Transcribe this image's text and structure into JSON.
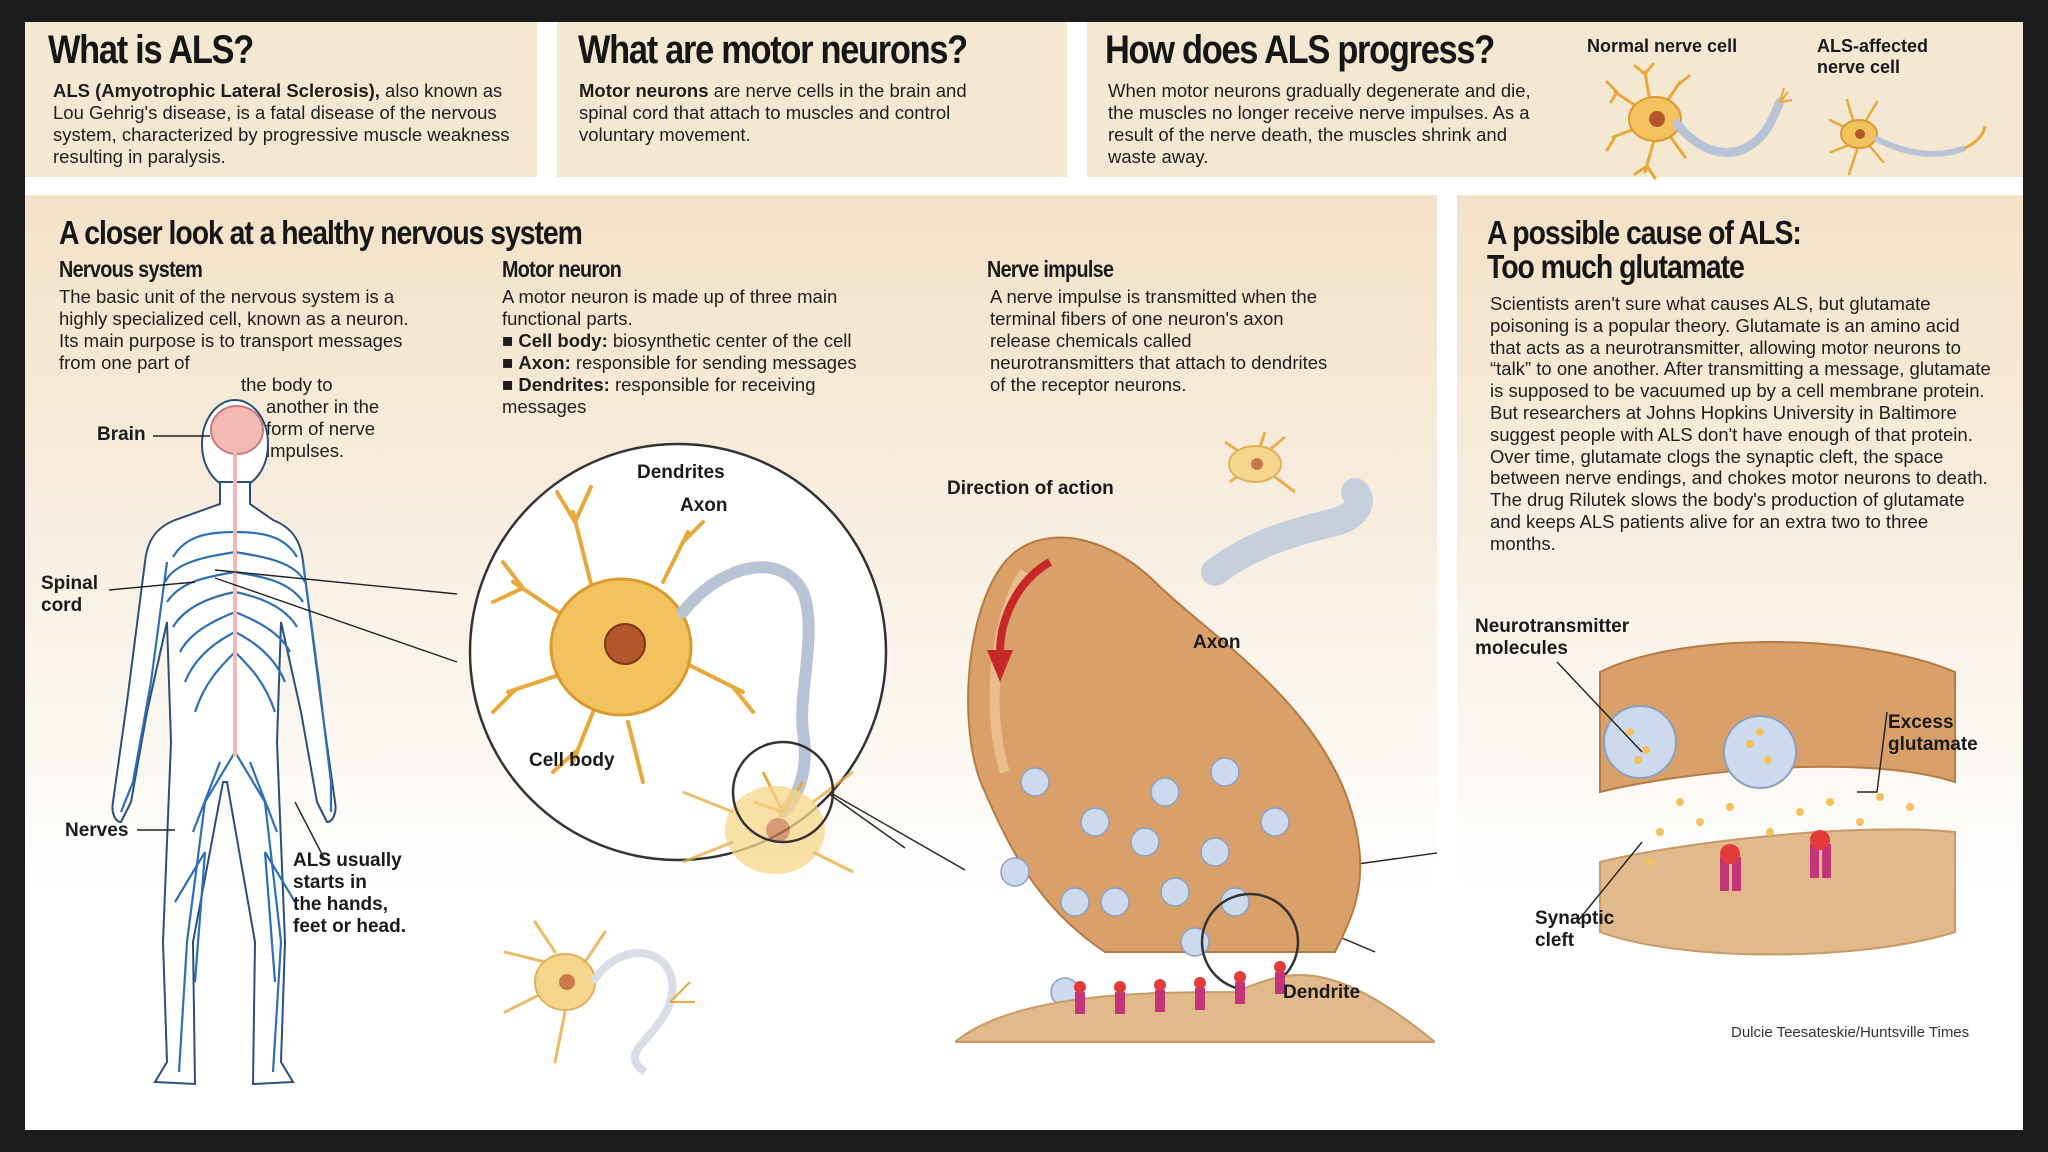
{
  "top": {
    "als": {
      "heading": "What is ALS?",
      "lead_bold": "ALS (Amyotrophic Lateral Sclerosis),",
      "text": " also known as Lou Gehrig's disease, is a fatal disease of the nervous system, characterized by progressive muscle weakness resulting in paralysis."
    },
    "motor": {
      "heading": "What are motor neurons?",
      "lead_bold": "Motor neurons",
      "text": " are nerve cells in the brain and spinal cord that attach to muscles and control voluntary movement."
    },
    "progress": {
      "heading": "How does ALS progress?",
      "text": "When motor neurons gradually degenerate and die, the muscles no longer receive nerve impulses. As a result of the nerve death, the muscles shrink and waste away.",
      "normal_label": "Normal nerve cell",
      "affected_label_1": "ALS-affected",
      "affected_label_2": "nerve cell"
    }
  },
  "healthy": {
    "heading": "A closer look at a healthy nervous system",
    "nervous": {
      "subheading": "Nervous system",
      "text": "The basic unit of the nervous system is a highly specialized cell, known as a neuron. Its  main purpose is to transport messages from one part of",
      "text_2": "the body to",
      "text_3": "another in the",
      "text_4": "form of nerve",
      "text_5": "impulses."
    },
    "motor_neuron": {
      "subheading": "Motor neuron",
      "intro": "A motor neuron is made up of three main functional parts.",
      "parts": [
        {
          "term": "Cell body:",
          "desc": " biosynthetic center of the cell"
        },
        {
          "term": "Axon:",
          "desc": " responsible for sending messages"
        },
        {
          "term": "Dendrites:",
          "desc": " responsible for receiving messages"
        }
      ]
    },
    "impulse": {
      "subheading": "Nerve impulse",
      "text": "A nerve impulse is transmitted when the terminal fibers of one neuron's axon release chemicals called neurotransmitters that attach to dendrites of the receptor neurons."
    },
    "labels": {
      "brain": "Brain",
      "spinal_1": "Spinal",
      "spinal_2": "cord",
      "nerves": "Nerves",
      "als_starts_1": "ALS usually",
      "als_starts_2": "starts in",
      "als_starts_3": "the hands,",
      "als_starts_4": "feet or head.",
      "dendrites": "Dendrites",
      "axon": "Axon",
      "cell_body": "Cell body",
      "direction": "Direction of action",
      "axon_2": "Axon",
      "dendrite": "Dendrite"
    }
  },
  "glutamate": {
    "heading_1": "A possible cause of ALS:",
    "heading_2": "Too much glutamate",
    "text": "Scientists aren't sure what causes ALS, but glutamate poisoning is a popular theory. Glutamate is an amino acid that acts as a neurotransmitter, allowing motor neurons to “talk” to one another. After transmitting a message, glutamate is supposed to be vacuumed up by a cell membrane protein. But researchers at Johns Hopkins University in Baltimore suggest people with ALS don't have enough of that protein. Over time, glutamate clogs the synaptic cleft, the space between nerve endings, and chokes motor neurons to death. The drug Rilutek slows the body's production of glutamate and keeps ALS patients alive for an extra two to three months.",
    "labels": {
      "nt_1": "Neurotransmitter",
      "nt_2": "molecules",
      "excess_1": "Excess",
      "excess_2": "glutamate",
      "cleft_1": "Synaptic",
      "cleft_2": "cleft"
    }
  },
  "credit": "Dulcie Teesateskie/Huntsville Times",
  "colors": {
    "panel": "#f5e8d2",
    "neuron": "#f2c25e",
    "nerves": "#3a78b8",
    "terminal": "#d9a06a",
    "arrow": "#c62828",
    "receptor": "#c2357a"
  }
}
